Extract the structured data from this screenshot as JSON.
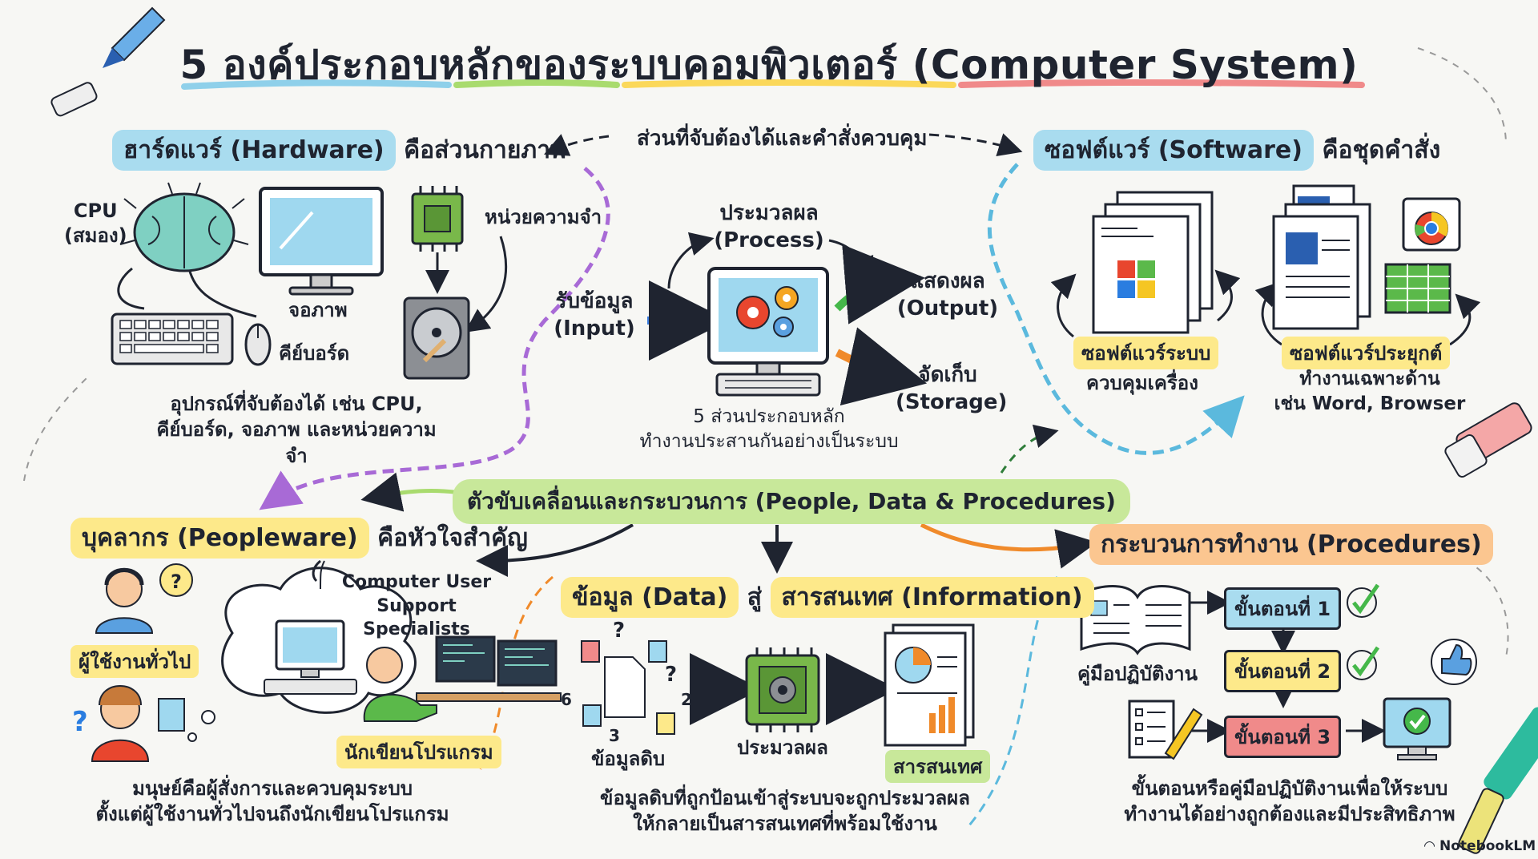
{
  "title": "5 องค์ประกอบหลักของระบบคอมพิวเตอร์ (Computer System)",
  "top_connector": "ส่วนที่จับต้องได้และคำสั่งควบคุม",
  "hardware": {
    "heading": "ฮาร์ดแวร์ (Hardware)",
    "heading_suffix": "คือส่วนกายภาพ",
    "cpu": "CPU\n(สมอง)",
    "monitor": "จอภาพ",
    "keyboard": "คีย์บอร์ด",
    "memory": "หน่วยความจำ",
    "caption": "อุปกรณ์ที่จับต้องได้ เช่น CPU,\nคีย์บอร์ด, จอภาพ และหน่วยความจำ"
  },
  "center": {
    "process": "ประมวลผล\n(Process)",
    "input": "รับข้อมูล\n(Input)",
    "output": "แสดงผล\n(Output)",
    "storage": "จัดเก็บ\n(Storage)",
    "caption": "5 ส่วนประกอบหลัก\nทำงานประสานกันอย่างเป็นระบบ"
  },
  "software": {
    "heading": "ซอฟต์แวร์ (Software)",
    "heading_suffix": "คือชุดคำสั่ง",
    "system_tag": "ซอฟต์แวร์ระบบ",
    "system_desc": "ควบคุมเครื่อง",
    "app_tag": "ซอฟต์แวร์ประยุกต์",
    "app_desc": "ทำงานเฉพาะด้าน\nเช่น Word, Browser"
  },
  "middle_banner": "ตัวขับเคลื่อนและกระบวนการ (People, Data & Procedures)",
  "people": {
    "heading": "บุคลากร (Peopleware)",
    "heading_suffix": "คือหัวใจสำคัญ",
    "support": "Computer User\nSupport Specialists",
    "general_user_tag": "ผู้ใช้งานทั่วไป",
    "programmer_tag": "นักเขียนโปรแกรม",
    "caption": "มนุษย์คือผู้สั่งการและควบคุมระบบ\nตั้งแต่ผู้ใช้งานทั่วไปจนถึงนักเขียนโปรแกรม"
  },
  "data": {
    "heading_a": "ข้อมูล (Data)",
    "heading_mid": "สู่",
    "heading_b": "สารสนเทศ (Information)",
    "raw": "ข้อมูลดิบ",
    "process": "ประมวลผล",
    "info_tag": "สารสนเทศ",
    "caption": "ข้อมูลดิบที่ถูกป้อนเข้าสู่ระบบจะถูกประมวลผล\nให้กลายเป็นสารสนเทศที่พร้อมใช้งาน"
  },
  "procedures": {
    "heading": "กระบวนการทำงาน (Procedures)",
    "manual": "คู่มือปฏิบัติงาน",
    "step1": "ขั้นตอนที่ 1",
    "step2": "ขั้นตอนที่ 2",
    "step3": "ขั้นตอนที่ 3",
    "caption": "ขั้นตอนหรือคู่มือปฏิบัติงานเพื่อให้ระบบ\nทำงานได้อย่างถูกต้องและมีประสิทธิภาพ"
  },
  "watermark": "NotebookLM",
  "colors": {
    "blue": "#a9dcef",
    "yellow": "#fde98a",
    "green": "#c8e89a",
    "orange": "#fbc690",
    "red": "#f08a8a",
    "purple": "#a86ad6"
  }
}
